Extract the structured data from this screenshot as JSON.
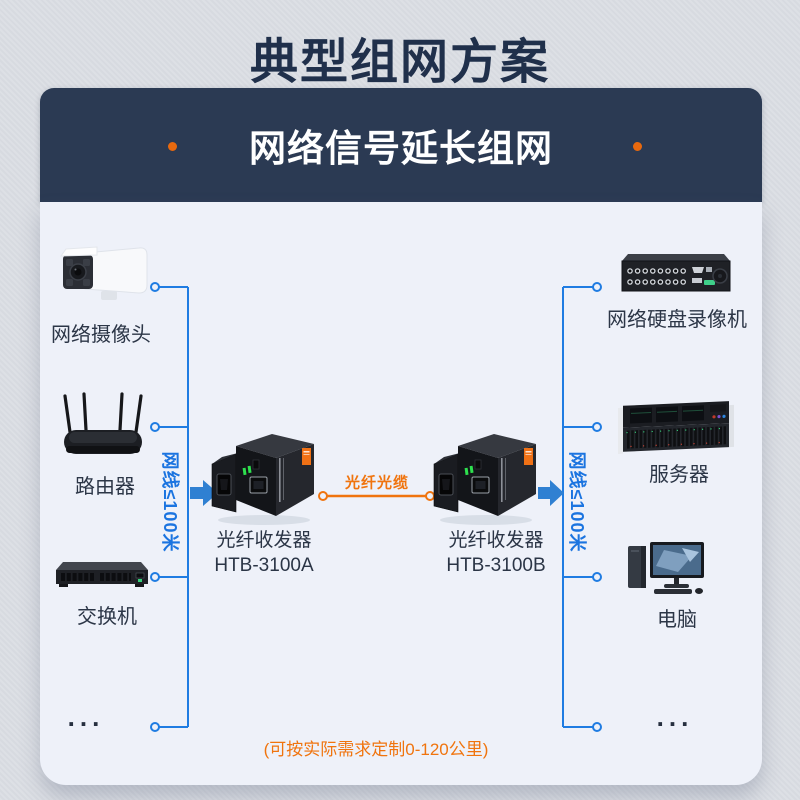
{
  "page_title": "典型组网方案",
  "banner": {
    "title": "网络信号延长组网"
  },
  "diagram": {
    "left_devices": [
      {
        "label": "网络摄像头"
      },
      {
        "label": "路由器"
      },
      {
        "label": "交换机"
      },
      {
        "label": "..."
      }
    ],
    "converters": [
      {
        "name": "光纤收发器",
        "model": "HTB-3100A"
      },
      {
        "name": "光纤收发器",
        "model": "HTB-3100B"
      }
    ],
    "right_devices": [
      {
        "label": "网络硬盘录像机"
      },
      {
        "label": "服务器"
      },
      {
        "label": "电脑"
      },
      {
        "label": "..."
      }
    ],
    "cable_labels": {
      "left": "网线≤100米",
      "right": "网线≤100米"
    },
    "fiber_label": "光纤光缆",
    "note": "(可按实际需求定制0-120公里)"
  },
  "colors": {
    "page_bg": "#dbdee4",
    "banner_bg": "#2b3a53",
    "panel_bg": "#eef1f9",
    "accent_orange": "#f0740e",
    "dot_orange": "#e8690e",
    "line_blue": "#1f7ce2",
    "arrow_blue": "#2f80d2",
    "title_text": "#20304b",
    "label_text": "#2c3647"
  }
}
